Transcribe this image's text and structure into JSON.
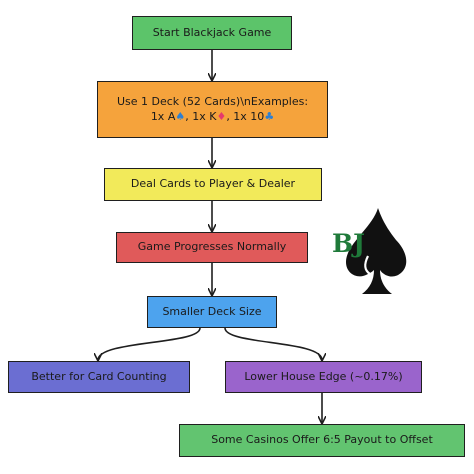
{
  "nodes": {
    "start": "Start Blackjack Game",
    "deck_line1": "Use 1 Deck (52 Cards)\\nExamples:",
    "deck_line2": {
      "ace": "1x A",
      "ace_suit": "♠",
      "king": ", 1x K",
      "king_suit": "♦",
      "ten": ", 1x 10",
      "ten_suit": "♣"
    },
    "deal": "Deal Cards to Player & Dealer",
    "game": "Game Progresses Normally",
    "smaller": "Smaller Deck Size",
    "counting": "Better for Card Counting",
    "edge": "Lower House Edge (~0.17%)",
    "payout": "Some Casinos Offer 6:5 Payout to Offset"
  },
  "logo": {
    "text": "BJ",
    "icon": "spade-icon",
    "colors": {
      "letters": "#1f7a3a",
      "spade": "#111111"
    }
  },
  "colors": {
    "start": "#5cc46a",
    "deck": "#f5a33c",
    "deal": "#f2ea5a",
    "game": "#e05a5a",
    "smaller": "#4da3ee",
    "counting": "#6b6ed2",
    "edge": "#9a64cc",
    "payout": "#62c470"
  }
}
